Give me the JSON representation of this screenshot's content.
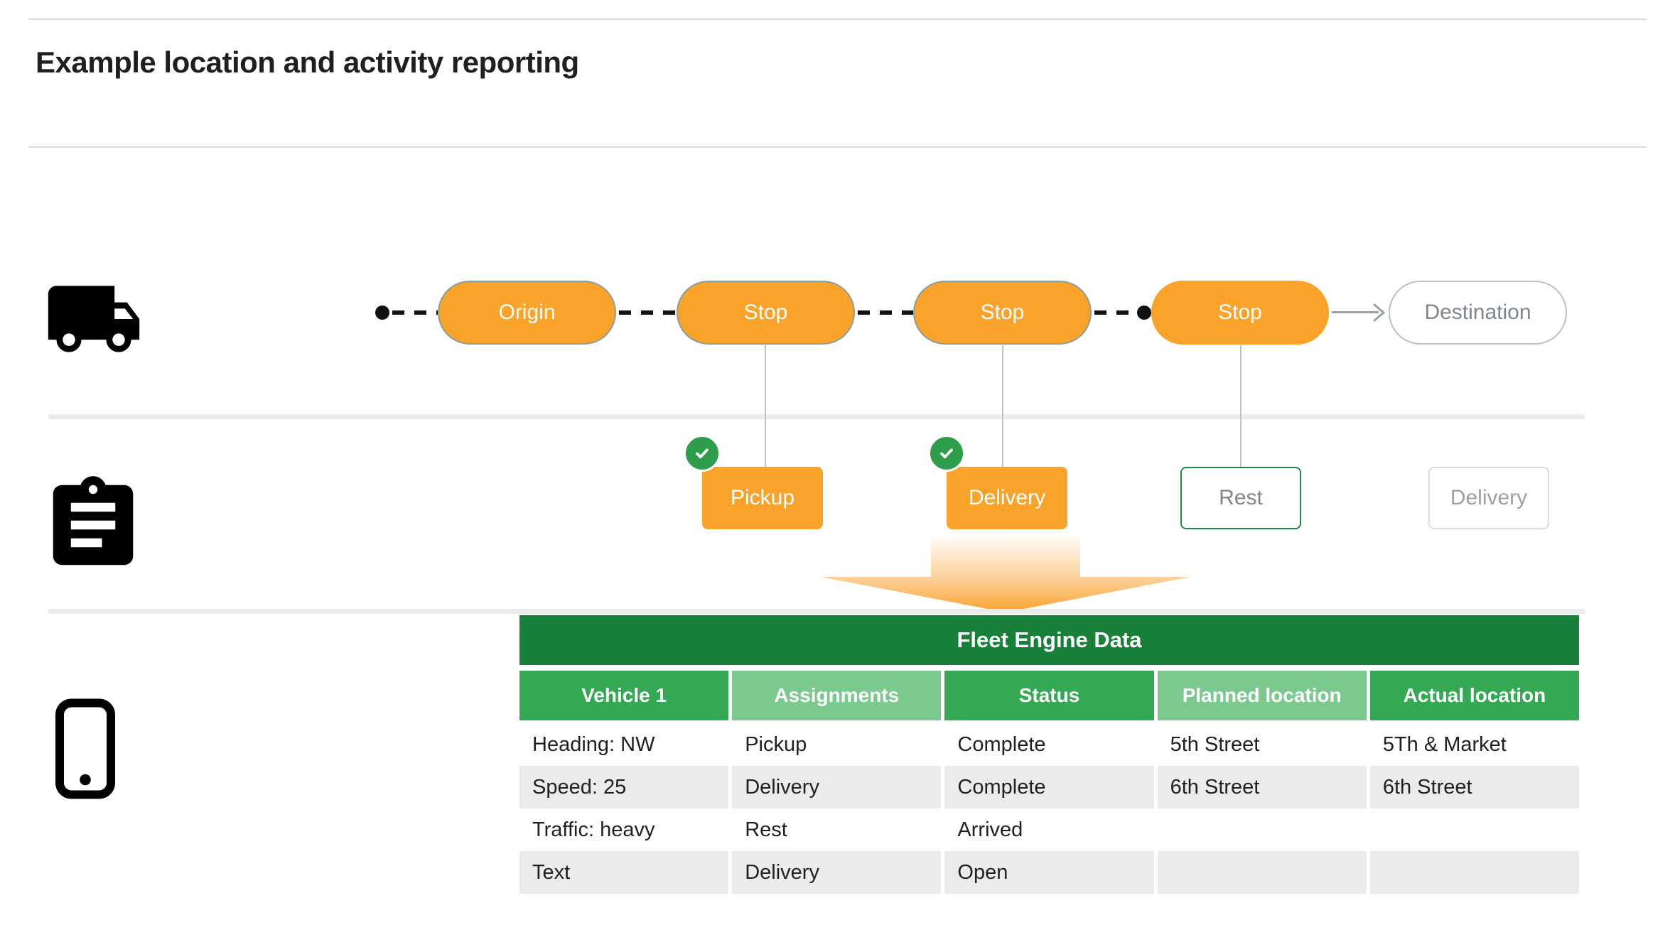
{
  "page": {
    "title": "Example location and activity reporting"
  },
  "colors": {
    "accent_orange": "#F9A32B",
    "dark_green": "#188038",
    "mid_green": "#34A853",
    "light_green": "#7CC98F",
    "check_green": "#2E9E4C",
    "muted_text": "#80868B",
    "row_stripe": "#EBEBEB"
  },
  "icons": {
    "truck": "truck-icon",
    "clipboard": "clipboard-icon",
    "phone": "smartphone-icon",
    "check": "check-icon",
    "down_arrow": "gradient-down-arrow"
  },
  "route": {
    "nodes": [
      {
        "label": "Origin",
        "state": "visited"
      },
      {
        "label": "Stop",
        "state": "visited"
      },
      {
        "label": "Stop",
        "state": "visited"
      },
      {
        "label": "Stop",
        "state": "current"
      },
      {
        "label": "Destination",
        "state": "future"
      }
    ]
  },
  "activities": [
    {
      "label": "Pickup",
      "state": "complete"
    },
    {
      "label": "Delivery",
      "state": "complete"
    },
    {
      "label": "Rest",
      "state": "current"
    },
    {
      "label": "Delivery",
      "state": "future"
    }
  ],
  "table": {
    "title": "Fleet Engine Data",
    "columns": [
      "Vehicle 1",
      "Assignments",
      "Status",
      "Planned location",
      "Actual location"
    ],
    "rows": [
      [
        "Heading: NW",
        "Pickup",
        "Complete",
        "5th Street",
        "5Th & Market"
      ],
      [
        "Speed: 25",
        "Delivery",
        "Complete",
        "6th Street",
        "6th Street"
      ],
      [
        "Traffic: heavy",
        "Rest",
        "Arrived",
        "",
        ""
      ],
      [
        "Text",
        "Delivery",
        "Open",
        "",
        ""
      ]
    ]
  }
}
